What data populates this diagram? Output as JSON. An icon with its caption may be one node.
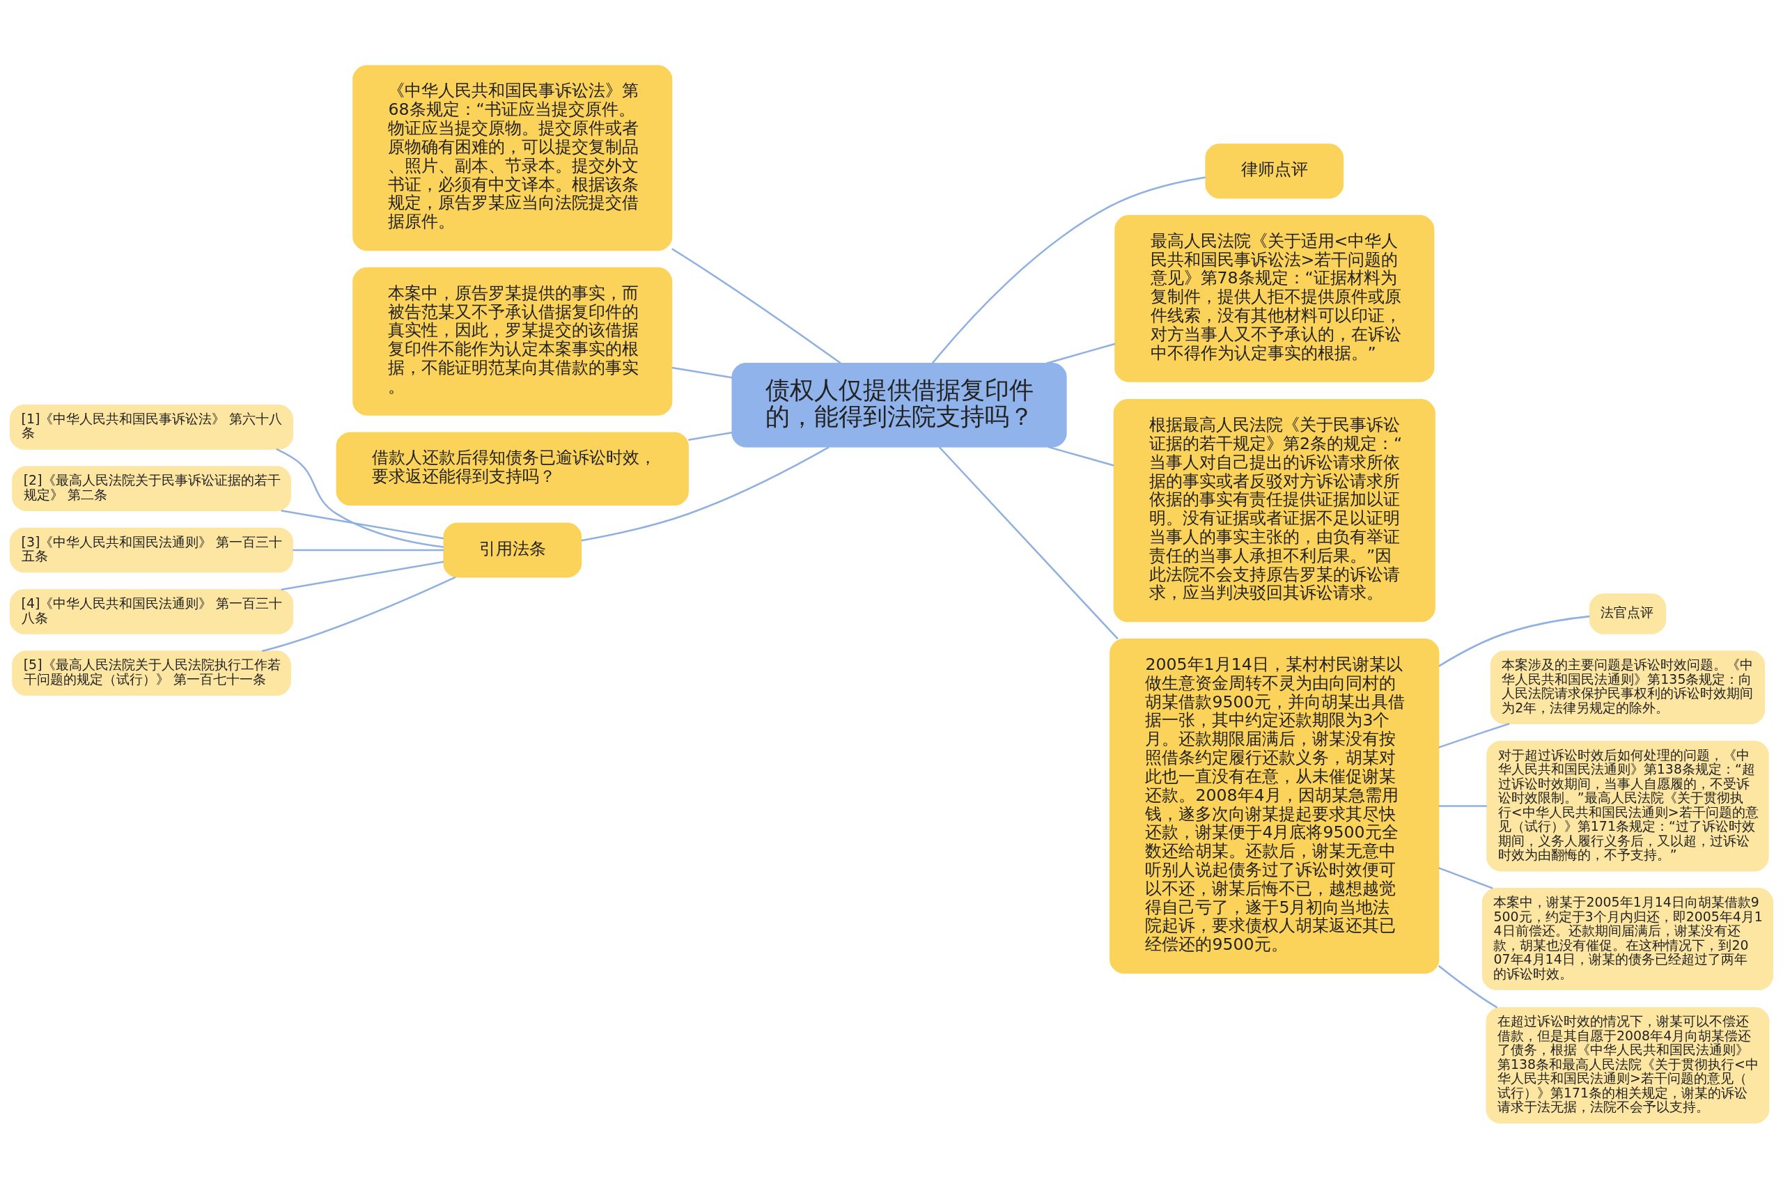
{
  "diagram": {
    "nodes": [
      {
        "text": [
          "债权人仅提供借据复印件的，能得到法院支持吗？"
        ]
      },
      {
        "text": [
          "律师点评"
        ]
      },
      {
        "text": [
          "最高人民法院《关于适用<中华人民共和国民事诉讼法>若干问题的意见》第78条规定：“证据材料为复制件，提供人拒不提供原件或原件线索，没有其他材料可以印证，对方当事人又不予承认的，在诉讼中不得作为认定事实的根据。”"
        ]
      },
      {
        "text": [
          "根据最高人民法院《关于民事诉讼证据的若干规定》第2条的规定：“当事人对自己提出的诉讼请求所依据的事实或者反驳对方诉讼请求所依据的事实有责任提供证据加以证明。没有证据或者证据不足以证明当事人的事实主张的，由负有举证责任的当事人承担不利后果。”因此法院不会支持原告罗某的诉讼请求，应当判决驳回其诉讼请求。"
        ]
      },
      {
        "text": [
          "2005年1月14日，某村村民谢某以做生意资金周转不灵为由向同村的胡某借款9500元，并向胡某出具借据一张，其中约定还款期限为3个月。还款期限届满后，谢某没有按照借条约定履行还款义务，胡某对此也一直没有在意，从未催促谢某还款。2008年4月，因胡某急需用钱，遂多次向谢某提起要求其尽快还款，谢某便于4月底将9500元全数还给胡某。还款后，谢某无意中听别人说起债务过了诉讼时效便可以不还，谢某后悔不已，越想越觉得自己亏了，遂于5月初向当地法院起诉，要求债权人胡某返还其已经偿还的9500元。"
        ]
      },
      {
        "text": [
          "法官点评"
        ]
      },
      {
        "text": [
          "本案涉及的主要问题是诉讼时效问题。《中华人民共和国民法通则》第135条规定：向人民法院请求保护民事权利的诉讼时效期间为2年，法律另规定的除外。"
        ]
      },
      {
        "text": [
          "对于超过诉讼时效后如何处理的问题，《中华人民共和国民法通则》第138条规定：“超过诉讼时效期间，当事人自愿履的，不受诉讼时效限制。”最高人民法院《关于贯彻执行<中华人民共和国民法通则>若干问题的意见（试行）》第171条规定：“过了诉讼时效期间，义务人履行义务后，又以超，过诉讼时效为由翻悔的，不予支持。”"
        ]
      },
      {
        "text": [
          "本案中，谢某于2005年1月14日向胡某借款9500元，约定于3个月内归还，即2005年4月14日前偿还。还款期间届满后，谢某没有还款，胡某也没有催促。在这种情况下，到2007年4月14日，谢某的债务已经超过了两年的诉讼时效。"
        ]
      },
      {
        "text": [
          "在超过诉讼时效的情况下，谢某可以不偿还借款，但是其自愿于2008年4月向胡某偿还了债务，根据《中华人民共和国民法通则》第138条和最高人民法院《关于贯彻执行<中华人民共和国民法通则>若干问题的意见（试行）》第171条的相关规定，谢某的诉讼请求于法无据，法院不会予以支持。"
        ]
      },
      {
        "text": [
          "《中华人民共和国民事诉讼法》第68条规定：“书证应当提交原件。物证应当提交原物。提交原件或者原物确有困难的，可以提交复制品、照片、副本、节录本。提交外文书证，必须有中文译本。根据该条规定，原告罗某应当向法院提交借据原件。"
        ]
      },
      {
        "text": [
          "本案中，原告罗某提供的事实，而被告范某又不予承认借据复印件的真实性，因此，罗某提交的该借据复印件不能作为认定本案事实的根据，不能证明范某向其借款的事实。"
        ]
      },
      {
        "text": [
          "借款人还款后得知债务已逾诉讼时效，要求返还能得到支持吗？"
        ]
      },
      {
        "text": [
          "引用法条"
        ]
      },
      {
        "text": [
          "[1]《中华人民共和国民事诉讼法》 第六十八条"
        ]
      },
      {
        "text": [
          "[2]《最高人民法院关于民事诉讼证据的若干规定》 第二条"
        ]
      },
      {
        "text": [
          "[3]《中华人民共和国民法通则》 第一百三十五条"
        ]
      },
      {
        "text": [
          "[4]《中华人民共和国民法通则》 第一百三十八条"
        ]
      },
      {
        "text": [
          "[5]《最高人民法院关于人民法院执行工作若干问题的规定（试行）》 第一百七十一条"
        ]
      }
    ],
    "edges": [
      {
        "from": 0,
        "to": 1,
        "arrow": "none"
      },
      {
        "from": 0,
        "to": 2,
        "arrow": "none"
      },
      {
        "from": 0,
        "to": 3,
        "arrow": "none"
      },
      {
        "from": 0,
        "to": 4,
        "arrow": "none"
      },
      {
        "from": 4,
        "to": 5,
        "arrow": "none"
      },
      {
        "from": 4,
        "to": 6,
        "arrow": "none"
      },
      {
        "from": 4,
        "to": 7,
        "arrow": "none"
      },
      {
        "from": 4,
        "to": 8,
        "arrow": "none"
      },
      {
        "from": 4,
        "to": 9,
        "arrow": "none"
      },
      {
        "from": 0,
        "to": 10,
        "arrow": "none"
      },
      {
        "from": 0,
        "to": 11,
        "arrow": "none"
      },
      {
        "from": 0,
        "to": 12,
        "arrow": "none"
      },
      {
        "from": 0,
        "to": 13,
        "arrow": "none"
      },
      {
        "from": 13,
        "to": 14,
        "arrow": "none"
      },
      {
        "from": 13,
        "to": 15,
        "arrow": "none"
      },
      {
        "from": 13,
        "to": 16,
        "arrow": "none"
      },
      {
        "from": 13,
        "to": 17,
        "arrow": "none"
      },
      {
        "from": 13,
        "to": 18,
        "arrow": "none"
      }
    ]
  }
}
